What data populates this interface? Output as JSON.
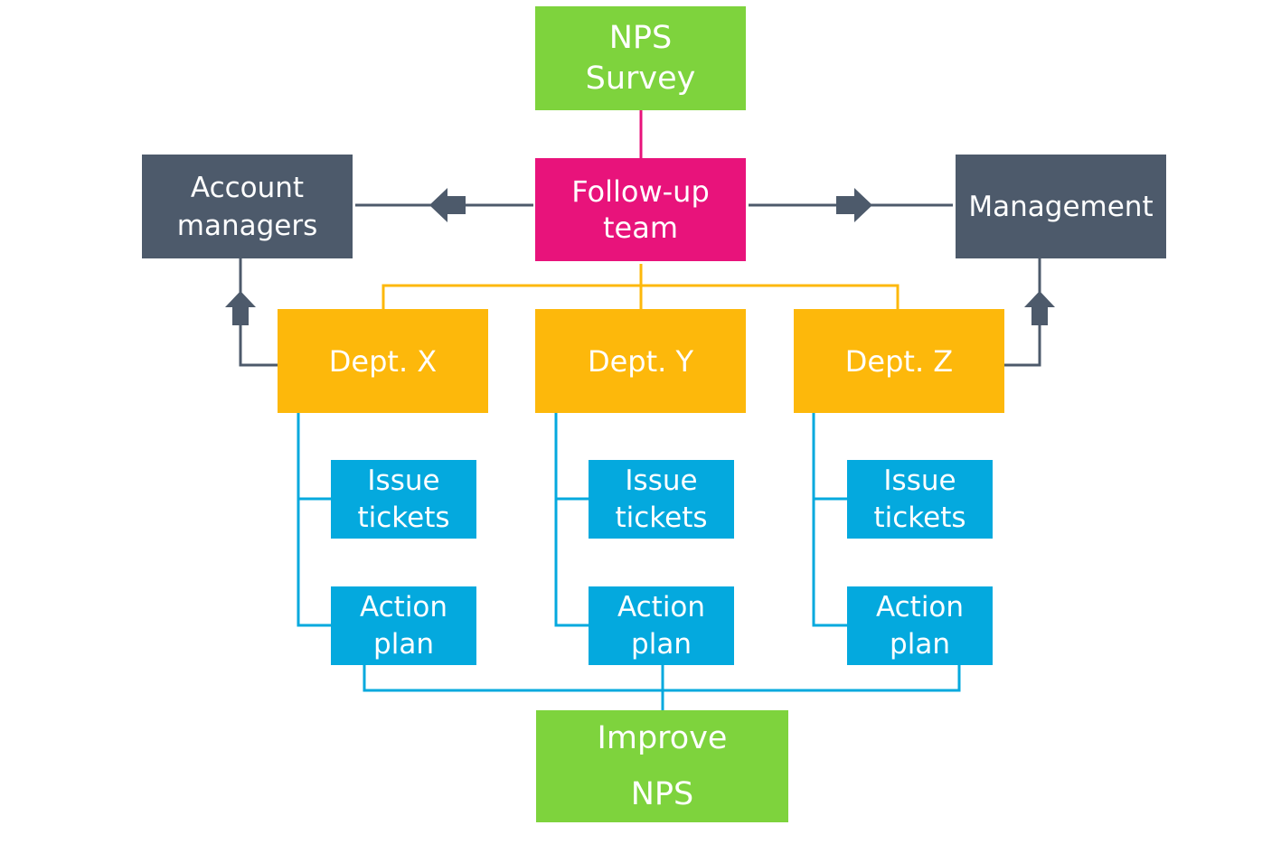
{
  "diagram": {
    "nps_survey": {
      "line1": "NPS",
      "line2": "Survey"
    },
    "follow_up_team": {
      "line1": "Follow-up",
      "line2": "team"
    },
    "account_managers": {
      "line1": "Account",
      "line2": "managers"
    },
    "management": {
      "label": "Management"
    },
    "departments": [
      {
        "label": "Dept. X"
      },
      {
        "label": "Dept. Y"
      },
      {
        "label": "Dept. Z"
      }
    ],
    "issue_tickets": {
      "line1": "Issue",
      "line2": "tickets"
    },
    "action_plan": {
      "line1": "Action",
      "line2": "plan"
    },
    "improve_nps": {
      "line1": "Improve",
      "line2": "NPS"
    }
  },
  "colors": {
    "green": "#7ed33d",
    "pink": "#e8137b",
    "slate": "#4d5a6b",
    "amber": "#fdb80b",
    "cyan": "#04a9de"
  }
}
